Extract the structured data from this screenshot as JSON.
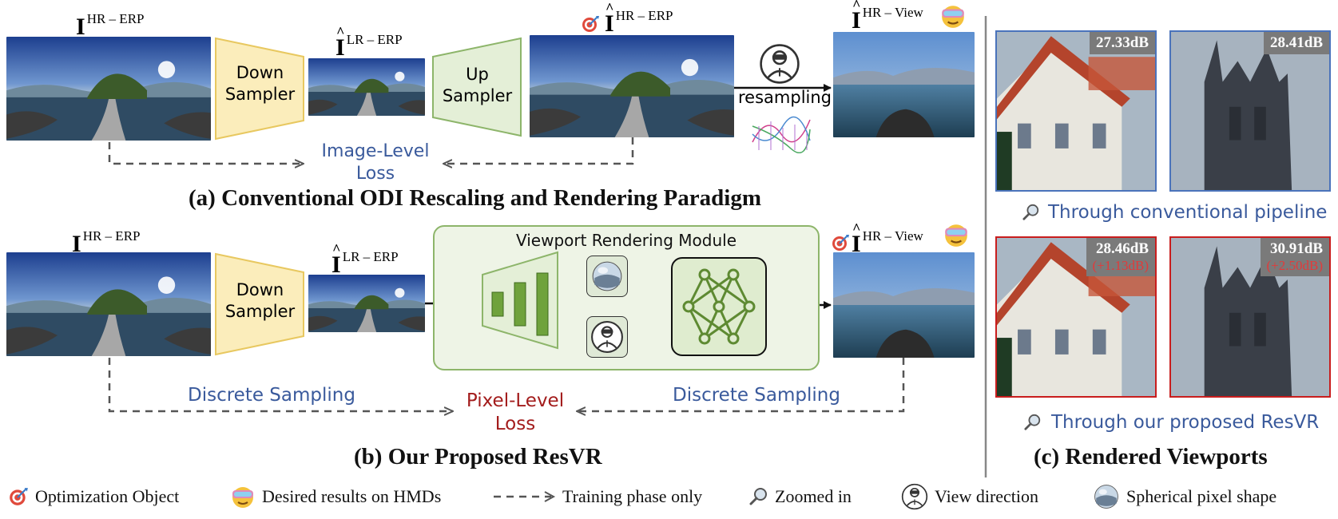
{
  "panel_a": {
    "caption": "(a) Conventional ODI Rescaling and Rendering Paradigm",
    "hr_erp_label": {
      "base": "I",
      "sup": "HR – ERP"
    },
    "lr_erp_label": {
      "base": "I",
      "sup": "LR – ERP"
    },
    "rec_erp_label": {
      "base": "I",
      "sup": "HR – ERP"
    },
    "view_label": {
      "base": "I",
      "sup": "HR – View"
    },
    "down_sampler": "Down Sampler",
    "up_sampler": "Up Sampler",
    "resampling": "resampling",
    "loss_line1": "Image-Level",
    "loss_line2": "Loss"
  },
  "panel_b": {
    "caption": "(b) Our Proposed ResVR",
    "hr_erp_label": {
      "base": "I",
      "sup": "HR – ERP"
    },
    "lr_erp_label": {
      "base": "I",
      "sup": "LR – ERP"
    },
    "view_label": {
      "base": "I",
      "sup": "HR – View"
    },
    "down_sampler": "Down Sampler",
    "module_title": "Viewport Rendering Module",
    "discrete_sampling_left": "Discrete Sampling",
    "discrete_sampling_right": "Discrete Sampling",
    "loss_line1": "Pixel-Level",
    "loss_line2": "Loss"
  },
  "panel_c": {
    "caption": "(c) Rendered Viewports",
    "conventional_label": "Through conventional pipeline",
    "proposed_label": "Through our proposed ResVR",
    "conventional_scores": [
      "27.33dB",
      "28.41dB"
    ],
    "proposed_scores": [
      "28.46dB",
      "30.91dB"
    ],
    "proposed_gains": [
      "(+1.13dB)",
      "(+2.50dB)"
    ]
  },
  "legend": {
    "optimization_object": "Optimization Object",
    "desired_results": "Desired results on HMDs",
    "training_phase": "Training phase only",
    "zoomed_in": "Zoomed in",
    "view_direction": "View direction",
    "spherical_pixel": "Spherical pixel shape"
  },
  "colors": {
    "sampler_fill": "#fbedbb",
    "sampler_stroke": "#e8c860",
    "upsampler_fill": "#e4efd7",
    "upsampler_stroke": "#8db56a",
    "module_fill": "#eef4e6",
    "network_green": "#5e8a32",
    "conventional_blue": "#4a73bb",
    "proposed_red": "#c91d1d",
    "loss_blue": "#3a5a9c",
    "loss_red": "#a31c1c"
  }
}
